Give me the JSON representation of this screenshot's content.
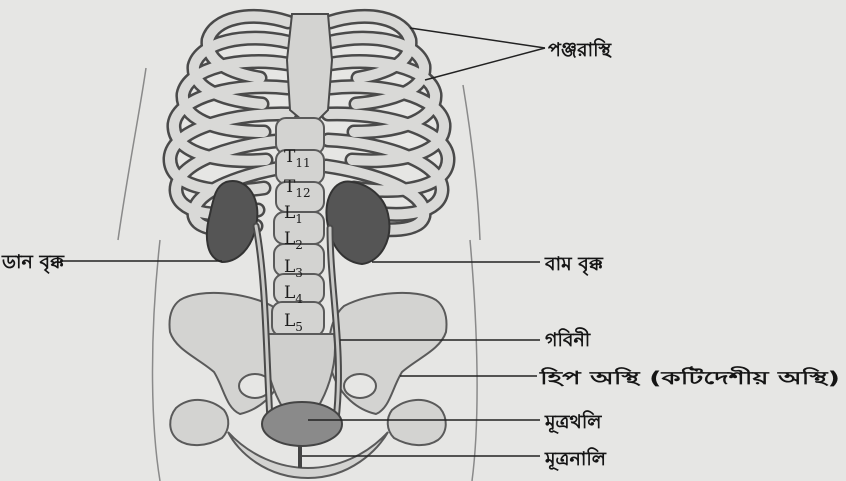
{
  "labels": {
    "ribs": "পঞ্জরাস্থি",
    "right_kidney": "ডান বৃক্ক",
    "left_kidney": "বাম বৃক্ক",
    "ureter": "গবিনী",
    "hip_bone": "হিপ অস্থি (কটিদেশীয় অস্থি)",
    "bladder": "মূত্রথলি",
    "urethra": "মূত্রনালি"
  },
  "vertebrae": [
    {
      "letter": "T",
      "num": "11"
    },
    {
      "letter": "T",
      "num": "12"
    },
    {
      "letter": "L",
      "num": "1"
    },
    {
      "letter": "L",
      "num": "2"
    },
    {
      "letter": "L",
      "num": "3"
    },
    {
      "letter": "L",
      "num": "4"
    },
    {
      "letter": "L",
      "num": "5"
    }
  ],
  "colors": {
    "background": "#e6e6e4",
    "bone": "#d3d3d1",
    "outline": "#4a4a4a",
    "kidney": "#555555",
    "text": "#151515"
  }
}
